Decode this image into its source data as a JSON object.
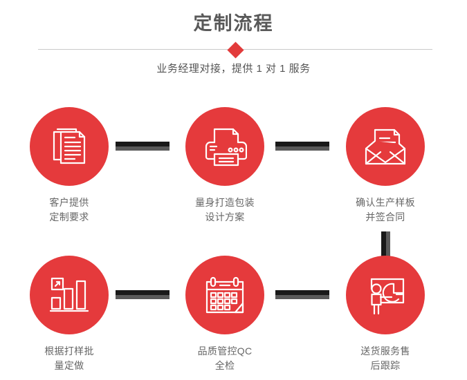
{
  "header": {
    "title": "定制流程",
    "subtitle": "业务经理对接，提供 1 对 1 服务",
    "divider_icon": "diamond-marker",
    "accent_color": "#e23b3b",
    "divider_color": "#c9c9c9",
    "title_color": "#595959"
  },
  "flow": {
    "circle_color": "#e53a3c",
    "connector_dark_color": "#191919",
    "connector_gray_color": "#595959",
    "label_color": "#666666",
    "steps": [
      {
        "id": "step-1",
        "icon": "documents-stack-icon",
        "label": "客户提供\n定制要求"
      },
      {
        "id": "step-2",
        "icon": "printer-icon",
        "label": "量身打造包装\n设计方案"
      },
      {
        "id": "step-3",
        "icon": "envelope-document-icon",
        "label": "确认生产样板\n并签合同"
      },
      {
        "id": "step-4",
        "icon": "bar-chart-growth-icon",
        "label": "根据打样批\n量定做"
      },
      {
        "id": "step-5",
        "icon": "calendar-icon",
        "label": "品质管控QC\n全检"
      },
      {
        "id": "step-6",
        "icon": "presenter-pie-chart-icon",
        "label": "送货服务售\n后跟踪"
      }
    ],
    "connectors": [
      {
        "id": "conn-1-2",
        "orientation": "horizontal"
      },
      {
        "id": "conn-2-3",
        "orientation": "horizontal"
      },
      {
        "id": "conn-3-6",
        "orientation": "vertical"
      },
      {
        "id": "conn-4-5",
        "orientation": "horizontal"
      },
      {
        "id": "conn-5-6",
        "orientation": "horizontal"
      }
    ]
  }
}
